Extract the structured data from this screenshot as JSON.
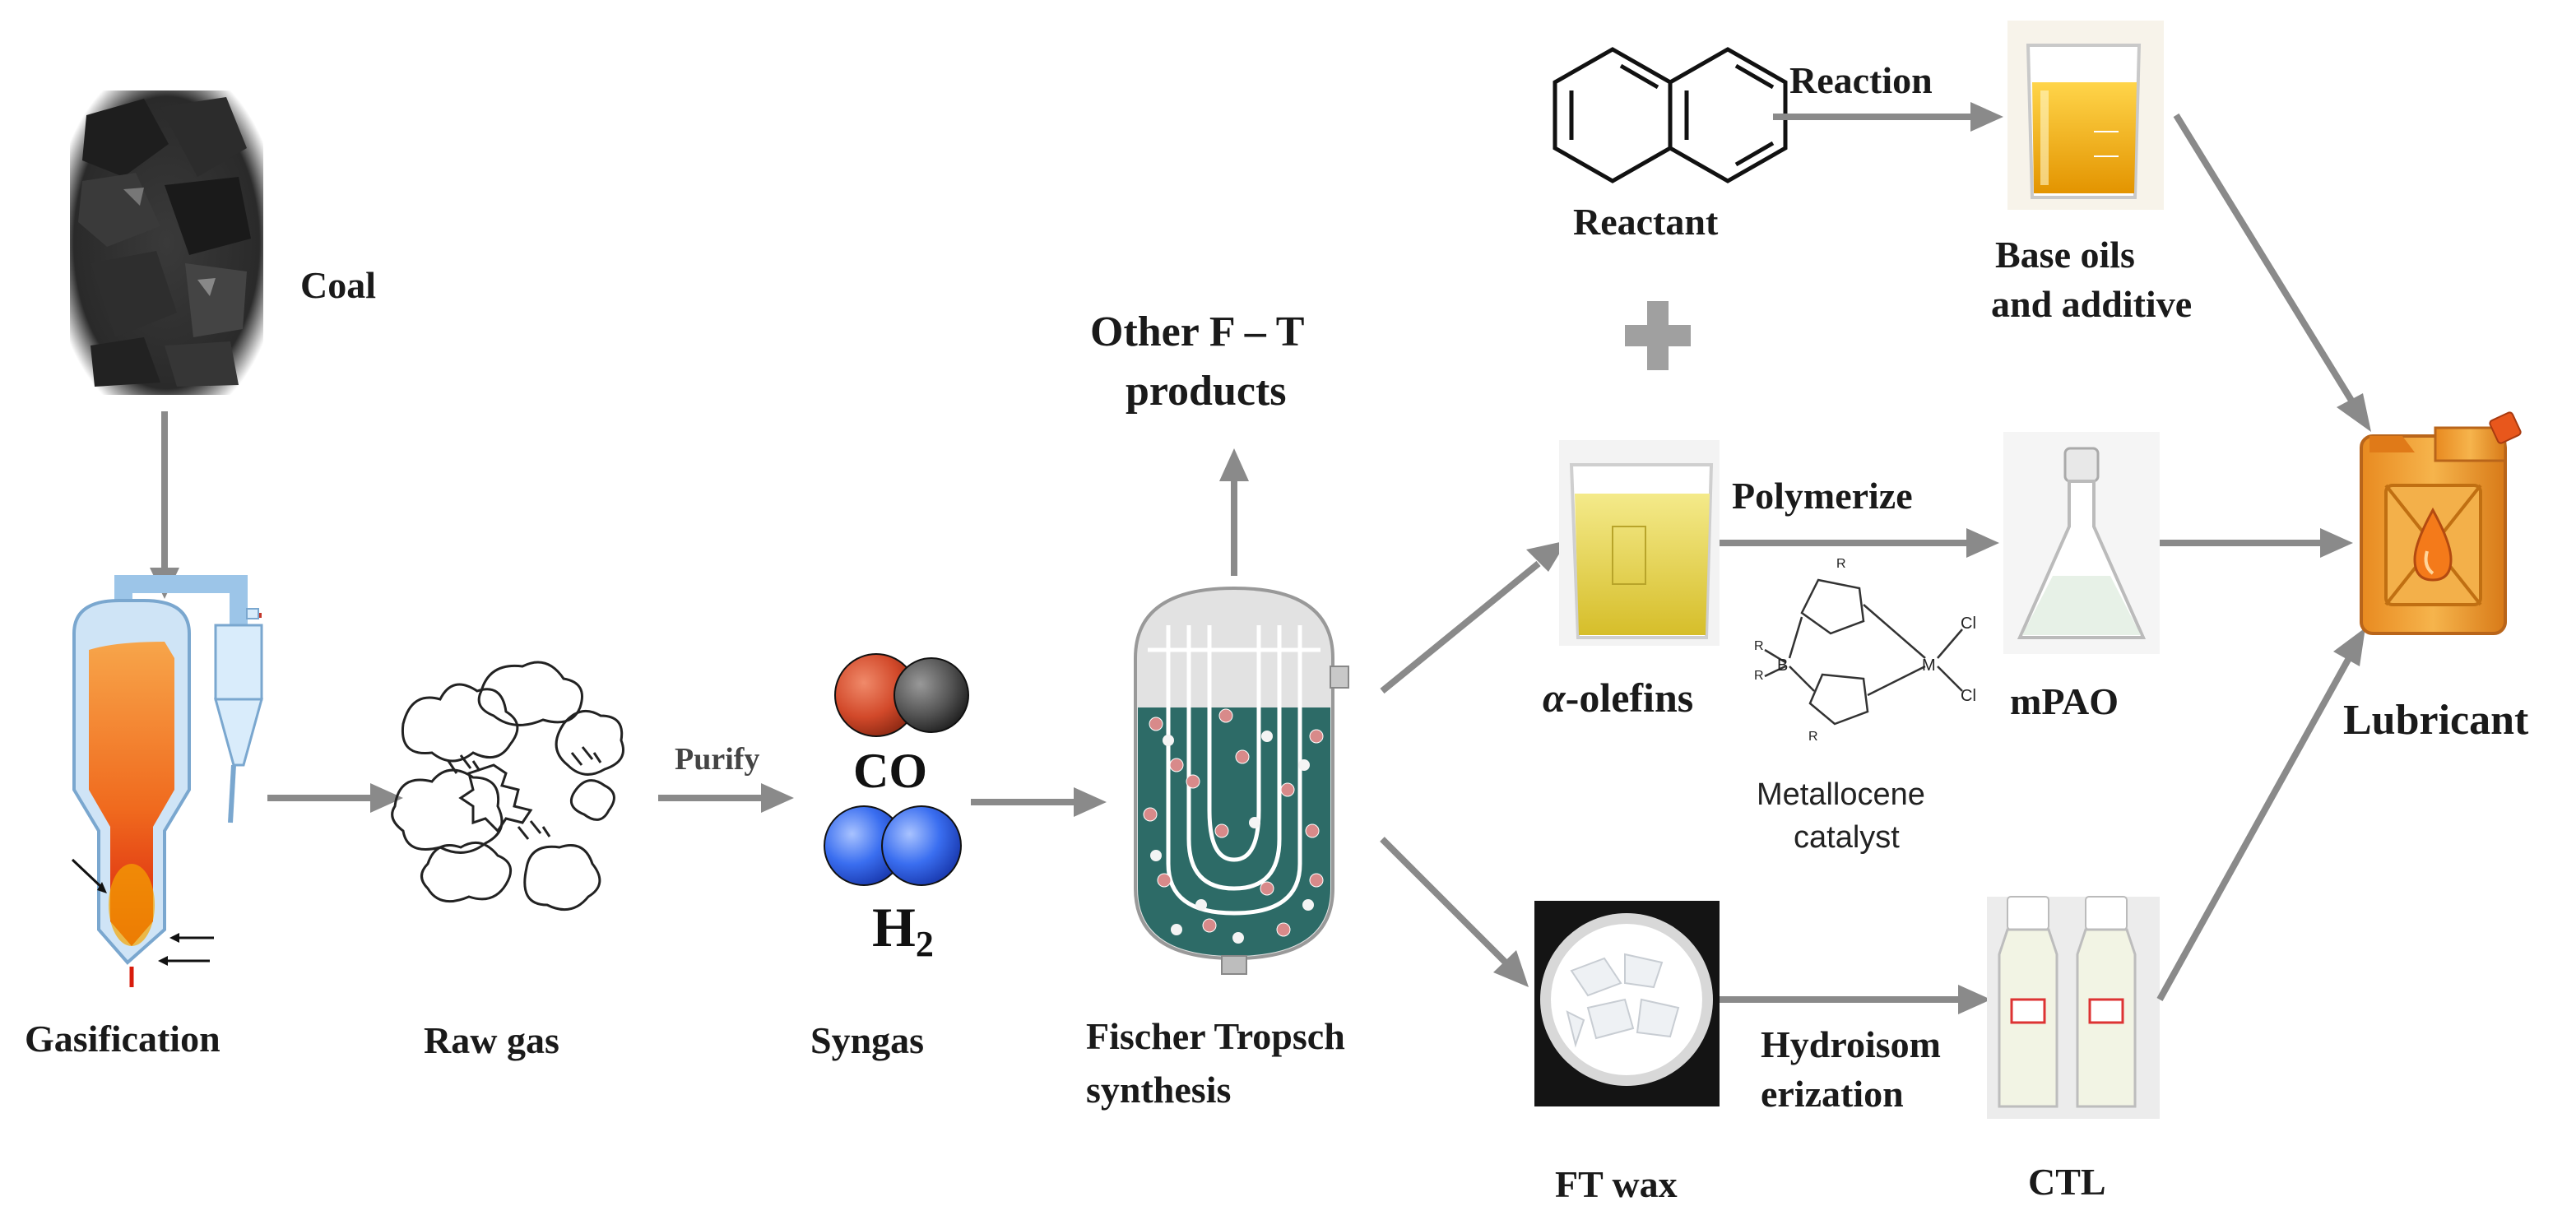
{
  "labels": {
    "coal": "Coal",
    "gasification": "Gasification",
    "raw_gas": "Raw gas",
    "purify": "Purify",
    "co": "CO",
    "h2_main": "H",
    "h2_sub": "2",
    "syngas": "Syngas",
    "ft_synthesis_line1": "Fischer Tropsch",
    "ft_synthesis_line2": "synthesis",
    "other_ft_line1": "Other F – T",
    "other_ft_line2": "products",
    "reaction": "Reaction",
    "reactant": "Reactant",
    "base_oils_line1": "Base oils",
    "base_oils_line2": "and  additive",
    "alpha_olefins": "α-olefins",
    "polymerize": "Polymerize",
    "mpao": "mPAO",
    "metallocene_line1": "Metallocene",
    "metallocene_line2": "catalyst",
    "ft_wax": "FT wax",
    "hydroisom_line1": "Hydroisom",
    "hydroisom_line2": "erization",
    "ctl": "CTL",
    "lubricant": "Lubricant",
    "cat_B": "B",
    "cat_M": "M",
    "cat_Cl1": "Cl",
    "cat_Cl2": "Cl",
    "cat_R1": "R",
    "cat_R2": "R",
    "cat_R3": "R",
    "cat_R4": "R"
  },
  "colors": {
    "arrow": "#8a8a8a",
    "co_red": "#d2492a",
    "co_dark": "#555555",
    "h2_blue": "#3a6ef0",
    "reactor_liquid": "#2d6b67",
    "oil_amber": "#f0b000",
    "olefin_yellow": "#e8d44a",
    "lubricant_orange": "#f2a23a"
  }
}
